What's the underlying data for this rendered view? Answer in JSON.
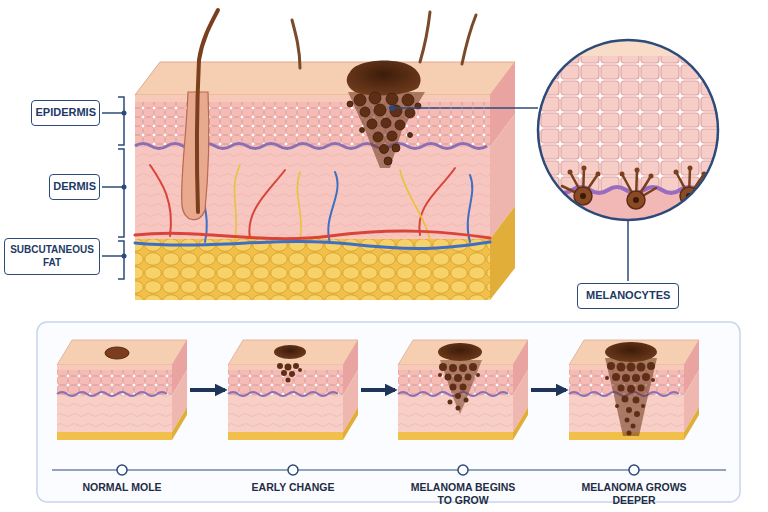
{
  "diagram": {
    "nodes": [
      {
        "text": [
          "EPIDERMIS"
        ]
      },
      {
        "text": [
          "DERMIS"
        ]
      },
      {
        "text": [
          "SUBCUTANEOUS FAT"
        ]
      },
      {
        "text": [
          "MELANOCYTES"
        ]
      },
      {
        "text": [
          "NORMAL MOLE"
        ]
      },
      {
        "text": [
          "EARLY CHANGE"
        ]
      },
      {
        "text": [
          "MELANOMA BEGINS TO GROW"
        ]
      },
      {
        "text": [
          "MELANOMA GROWS DEEPER"
        ]
      }
    ],
    "edges": [
      {
        "from": 4,
        "to": 5,
        "arrow": "to"
      },
      {
        "from": 5,
        "to": 6,
        "arrow": "to"
      },
      {
        "from": 6,
        "to": 7,
        "arrow": "to"
      }
    ]
  }
}
